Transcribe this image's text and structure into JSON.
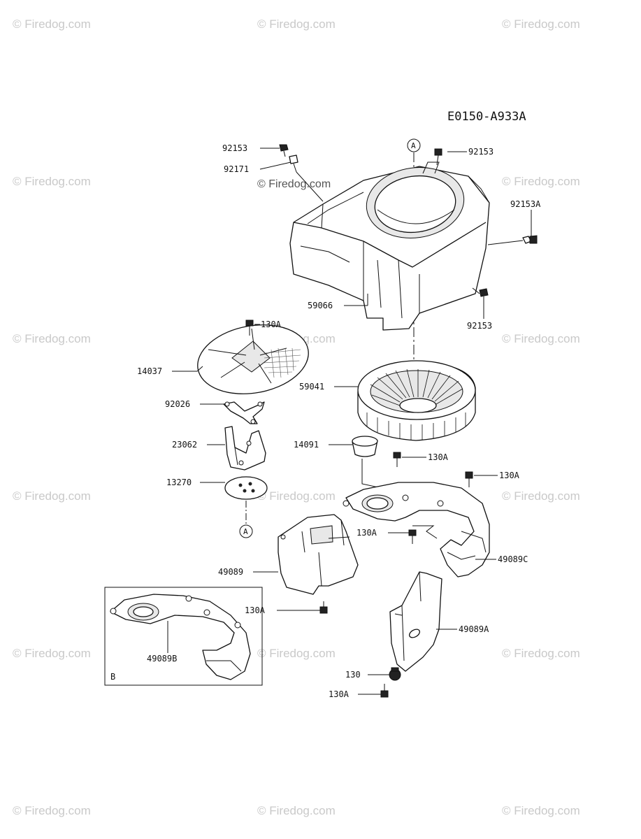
{
  "diagram_code": "E0150-A933A",
  "watermark": "© Firedog.com",
  "callouts": {
    "a_marker": "A",
    "b_marker": "B"
  },
  "parts": {
    "p92153_top_left": "92153",
    "p92171": "92171",
    "p92153_top_right": "92153",
    "p92153A": "92153A",
    "p59066": "59066",
    "p92153_right_lower": "92153",
    "p130A_top": "130A",
    "p14037": "14037",
    "p59041": "59041",
    "p92026": "92026",
    "p23062": "23062",
    "p14091": "14091",
    "p130A_mid": "130A",
    "p130A_right": "130A",
    "p13270": "13270",
    "p130A_center": "130A",
    "p49089C": "49089C",
    "p49089": "49089",
    "p130A_lower": "130A",
    "p49089A": "49089A",
    "p49089B": "49089B",
    "p130": "130",
    "p130A_bottom": "130A"
  }
}
